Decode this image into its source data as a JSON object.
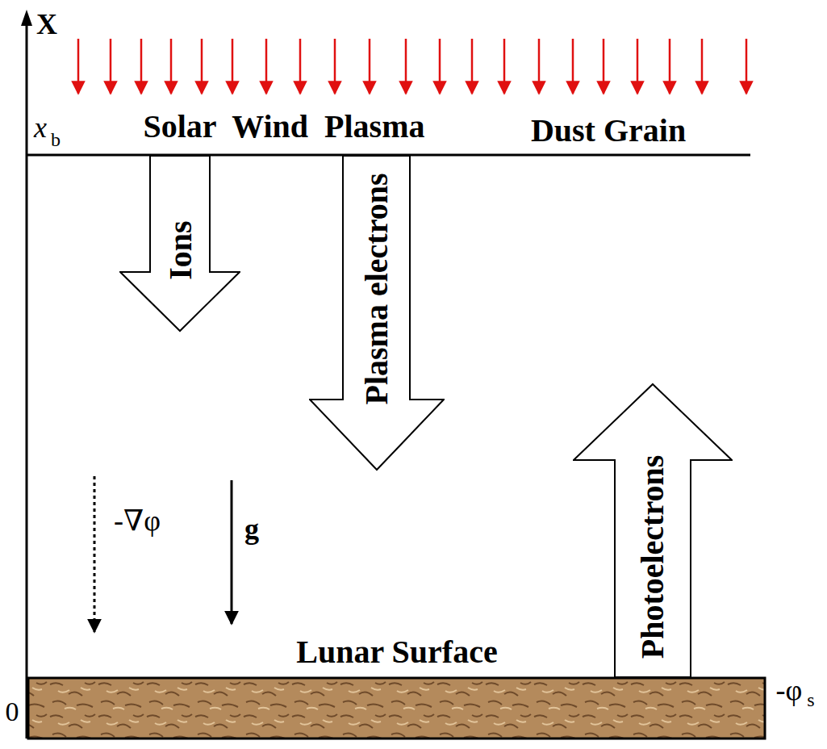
{
  "diagram": {
    "nodes": [
      {
        "text": [
          "Ions"
        ]
      },
      {
        "text": [
          "Plasma electrons"
        ]
      },
      {
        "text": [
          "Photoelectrons"
        ]
      }
    ],
    "labels": [
      "X",
      "x",
      "b",
      "Solar Wind Plasma",
      "Dust Grain",
      "-∇φ",
      "g",
      "Lunar Surface",
      "0",
      "-φ",
      "s"
    ]
  }
}
